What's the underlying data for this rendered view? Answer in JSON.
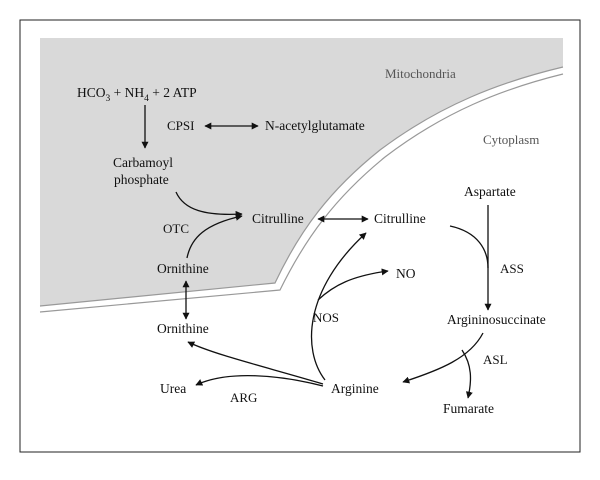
{
  "regions": {
    "mitochondria": "Mitochondria",
    "cytoplasm": "Cytoplasm"
  },
  "metabolites": {
    "hco3_nh4_atp": {
      "hco": "HCO",
      "three": "3",
      "nh": " + NH",
      "four": "4",
      "atp": " + 2 ATP"
    },
    "n_acetylglutamate": "N-acetylglutamate",
    "carbamoyl_1": "Carbamoyl",
    "carbamoyl_2": "phosphate",
    "citrulline_mito": "Citrulline",
    "citrulline_cyto": "Citrulline",
    "ornithine_mito": "Ornithine",
    "ornithine_cyto": "Ornithine",
    "aspartate": "Aspartate",
    "argininosuccinate": "Argininosuccinate",
    "fumarate": "Fumarate",
    "arginine": "Arginine",
    "urea": "Urea",
    "no": "NO"
  },
  "enzymes": {
    "cpsi": "CPSI",
    "otc": "OTC",
    "ass": "ASS",
    "asl": "ASL",
    "nos": "NOS",
    "arg": "ARG"
  },
  "colors": {
    "mitochondria_fill": "#d9d9d9",
    "membrane": "#999999",
    "frame": "#222222",
    "ink": "#111111"
  }
}
